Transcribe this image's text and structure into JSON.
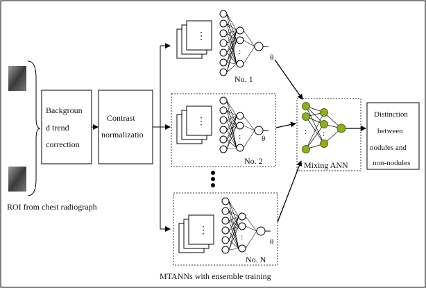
{
  "roi_label": "ROI from chest radiograph",
  "background_box": {
    "line1": "Backgroun",
    "line2": "d trend",
    "line3": "correction"
  },
  "contrast_box": {
    "line1": "Contrast",
    "line2": "normalizatio"
  },
  "mtann": {
    "labels": [
      "No. 1",
      "No. 2",
      "No. N"
    ],
    "caption": "MTANNs with ensemble training",
    "dots": "⋮",
    "hidden_dots": ":",
    "output_symbol": "θ"
  },
  "mixing_label": "Mixing ANN",
  "result_box": {
    "line1": "Distinction",
    "line2": "between",
    "line3": "nodules and",
    "line4": "non-nodules"
  },
  "colors": {
    "mixing_node": "#8cb021",
    "mixing_node_stroke": "#4f6a10"
  }
}
